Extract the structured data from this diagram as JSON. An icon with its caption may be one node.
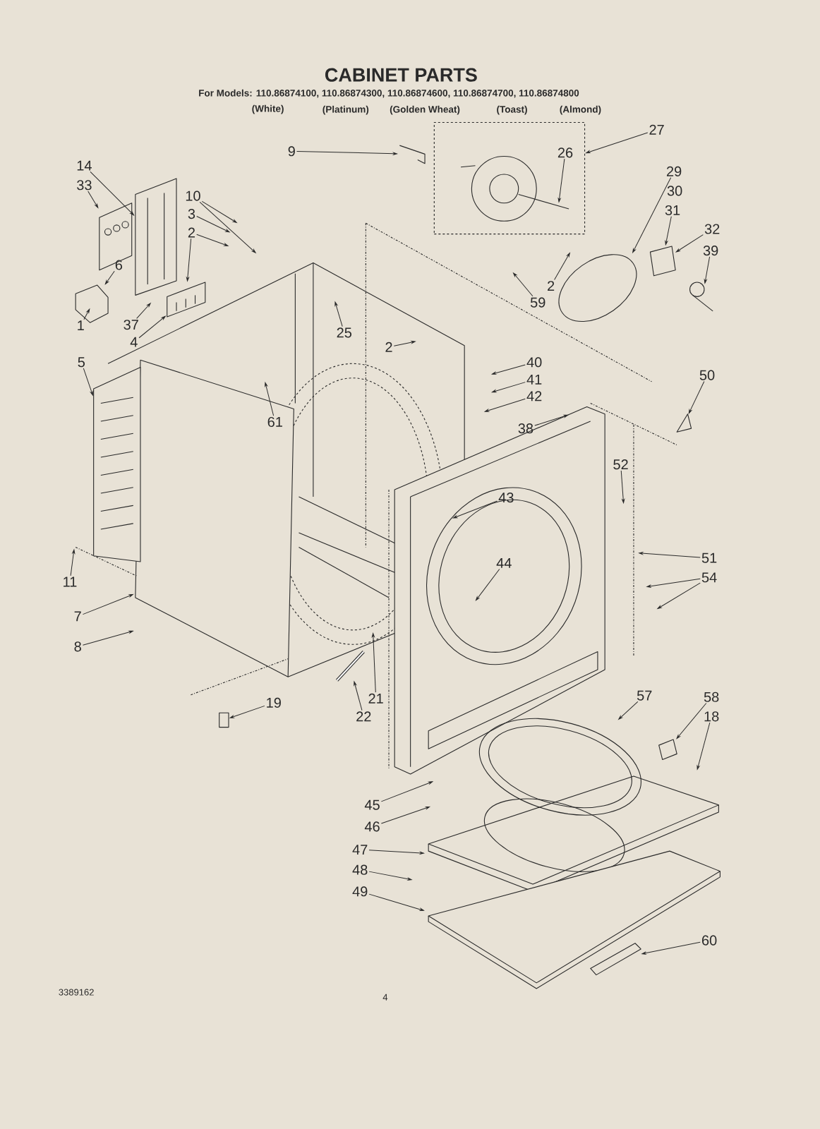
{
  "diagram": {
    "title": "CABINET PARTS",
    "nodes": [
      {
        "text": [
          "9"
        ]
      },
      {
        "text": [
          "27"
        ]
      },
      {
        "text": [
          "26"
        ],
        "in": 47
      },
      {
        "text": [
          "14"
        ]
      },
      {
        "text": [
          "33"
        ]
      },
      {
        "text": [
          "10"
        ]
      },
      {
        "text": [
          "3"
        ]
      },
      {
        "text": [
          "2"
        ]
      },
      {
        "text": [
          "6"
        ]
      },
      {
        "text": [
          "29"
        ]
      },
      {
        "text": [
          "31"
        ]
      },
      {
        "text": [
          "32"
        ]
      },
      {
        "text": [
          "39"
        ]
      },
      {
        "text": [
          "2"
        ]
      },
      {
        "text": [
          "59"
        ]
      },
      {
        "text": [
          "1"
        ]
      },
      {
        "text": [
          "37"
        ]
      },
      {
        "text": [
          "4"
        ]
      },
      {
        "text": [
          "5"
        ]
      },
      {
        "text": [
          "25"
        ]
      },
      {
        "text": [
          "2"
        ]
      },
      {
        "text": [
          "61"
        ]
      },
      {
        "text": [
          "40"
        ]
      },
      {
        "text": [
          "41"
        ]
      },
      {
        "text": [
          "42"
        ]
      },
      {
        "text": [
          "50"
        ]
      },
      {
        "text": [
          "38"
        ]
      },
      {
        "text": [
          "52"
        ]
      },
      {
        "text": [
          "43"
        ]
      },
      {
        "text": [
          "44"
        ]
      },
      {
        "text": [
          "51"
        ]
      },
      {
        "text": [
          "54"
        ]
      },
      {
        "text": [
          "11"
        ]
      },
      {
        "text": [
          "7"
        ]
      },
      {
        "text": [
          "8"
        ]
      },
      {
        "text": [
          "57"
        ]
      },
      {
        "text": [
          "58"
        ]
      },
      {
        "text": [
          "18"
        ]
      },
      {
        "text": [
          "19"
        ]
      },
      {
        "text": [
          "21"
        ]
      },
      {
        "text": [
          "22"
        ]
      },
      {
        "text": [
          "45"
        ]
      },
      {
        "text": [
          "46"
        ]
      },
      {
        "text": [
          "47"
        ]
      },
      {
        "text": [
          "48"
        ]
      },
      {
        "text": [
          "49"
        ]
      },
      {
        "text": [
          "60"
        ]
      },
      {
        "text": [],
        "shape": "box"
      },
      {
        "text": [],
        "shape": "picture"
      },
      {
        "text": [],
        "shape": "picture"
      },
      {
        "text": [],
        "shape": "picture"
      },
      {
        "text": [],
        "shape": "picture"
      },
      {
        "text": [],
        "shape": "picture"
      },
      {
        "text": [],
        "shape": "picture"
      },
      {
        "text": [],
        "shape": "picture"
      },
      {
        "text": [],
        "shape": "picture"
      },
      {
        "text": [],
        "shape": "picture"
      },
      {
        "text": [],
        "shape": "picture"
      },
      {
        "text": [],
        "shape": "box"
      },
      {
        "text": [],
        "shape": "picture"
      },
      {
        "text": [],
        "shape": "picture"
      }
    ],
    "edges": [
      {
        "from": 0,
        "to": 48,
        "arrow": "to"
      },
      {
        "from": 1,
        "to": 47,
        "arrow": "to"
      },
      {
        "from": 2,
        "to": null,
        "arrow": "to"
      },
      {
        "from": 3,
        "to": 49,
        "arrow": "to"
      },
      {
        "from": 4,
        "to": 50,
        "arrow": "to"
      },
      {
        "from": 5,
        "to": null,
        "arrow": "to"
      },
      {
        "from": 5,
        "to": null,
        "arrow": "to"
      },
      {
        "from": 6,
        "to": null,
        "arrow": "to"
      },
      {
        "from": 7,
        "to": null,
        "arrow": "to"
      },
      {
        "from": 7,
        "to": 51,
        "arrow": "to"
      },
      {
        "from": 8,
        "to": 52,
        "arrow": "to"
      },
      {
        "from": 9,
        "to": null,
        "arrow": "to"
      },
      {
        "from": 10,
        "to": 53,
        "arrow": "to"
      },
      {
        "from": 11,
        "to": 53,
        "arrow": "to"
      },
      {
        "from": 12,
        "to": 54,
        "arrow": "to"
      },
      {
        "from": 13,
        "to": null,
        "arrow": "to"
      },
      {
        "from": 14,
        "to": null,
        "arrow": "to"
      },
      {
        "from": 15,
        "to": null,
        "arrow": "to"
      },
      {
        "from": 16,
        "to": null,
        "arrow": "to"
      },
      {
        "from": 17,
        "to": 51,
        "arrow": "to"
      },
      {
        "from": 18,
        "to": 55,
        "arrow": "to"
      },
      {
        "from": 19,
        "to": null,
        "arrow": "to"
      },
      {
        "from": 20,
        "to": null,
        "arrow": "to"
      },
      {
        "from": 21,
        "to": null,
        "arrow": "to"
      },
      {
        "from": 22,
        "to": null,
        "arrow": "to"
      },
      {
        "from": 23,
        "to": null,
        "arrow": "to"
      },
      {
        "from": 24,
        "to": null,
        "arrow": "to"
      },
      {
        "from": 25,
        "to": 56,
        "arrow": "to"
      },
      {
        "from": 26,
        "to": null,
        "arrow": "to"
      },
      {
        "from": 27,
        "to": null,
        "arrow": "to"
      },
      {
        "from": 28,
        "to": null,
        "arrow": "to"
      },
      {
        "from": 29,
        "to": null,
        "arrow": "to"
      },
      {
        "from": 30,
        "to": null,
        "arrow": "to"
      },
      {
        "from": 31,
        "to": null,
        "arrow": "to"
      },
      {
        "from": 31,
        "to": null,
        "arrow": "to"
      },
      {
        "from": 32,
        "to": null,
        "arrow": "to"
      },
      {
        "from": 33,
        "to": null,
        "arrow": "to"
      },
      {
        "from": 34,
        "to": null,
        "arrow": "to"
      },
      {
        "from": 35,
        "to": null,
        "arrow": "to"
      },
      {
        "from": 36,
        "to": 59,
        "arrow": "to"
      },
      {
        "from": 37,
        "to": null,
        "arrow": "to"
      },
      {
        "from": 38,
        "to": 58,
        "arrow": "to"
      },
      {
        "from": 39,
        "to": null,
        "arrow": "to"
      },
      {
        "from": 40,
        "to": 57,
        "arrow": "to"
      },
      {
        "from": 41,
        "to": null,
        "arrow": "to"
      },
      {
        "from": 42,
        "to": null,
        "arrow": "to"
      },
      {
        "from": 43,
        "to": null,
        "arrow": "to"
      },
      {
        "from": 44,
        "to": null,
        "arrow": "to"
      },
      {
        "from": 45,
        "to": null,
        "arrow": "to"
      },
      {
        "from": 46,
        "to": 60,
        "arrow": "to"
      }
    ],
    "labels": [
      "For Models: 110.86874100, 110.86874300, 110.86874600, 110.86874700, 110.86874800",
      "(White)",
      "(Platinum)",
      "(Golden Wheat)",
      "(Toast)",
      "(Almond)",
      "30",
      "3389162",
      "4"
    ]
  }
}
